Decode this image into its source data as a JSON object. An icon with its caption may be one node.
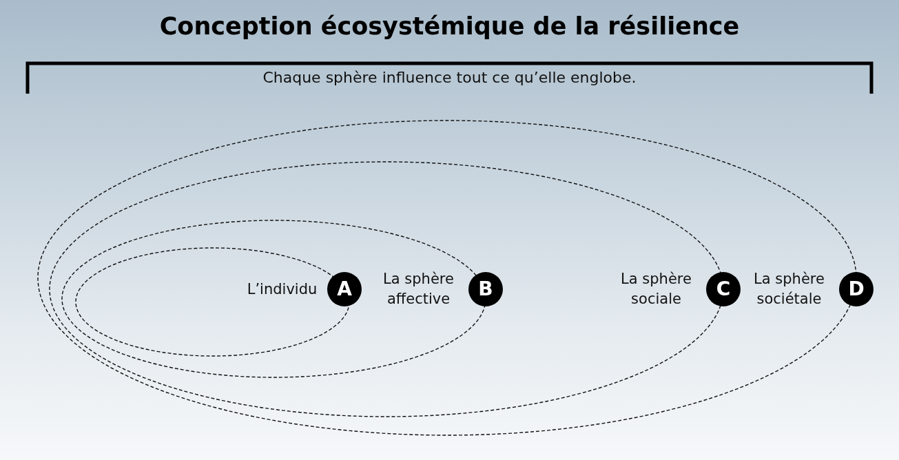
{
  "diagram": {
    "title": "Conception écosystémique de la résilience",
    "nodes": [
      {
        "text": [
          "La sphère sociétale"
        ]
      },
      {
        "text": [
          "D"
        ],
        "in": 0
      },
      {
        "text": [
          "La sphère sociale"
        ],
        "in": 0
      },
      {
        "text": [
          "C"
        ],
        "in": 2
      },
      {
        "text": [
          "La sphère affective"
        ],
        "in": 2
      },
      {
        "text": [
          "B"
        ],
        "in": 4
      },
      {
        "text": [
          "L’individu"
        ],
        "in": 4
      },
      {
        "text": [
          "A"
        ],
        "in": 6
      }
    ],
    "labels": [
      "Chaque sphère influence tout ce qu’elle englobe."
    ]
  }
}
